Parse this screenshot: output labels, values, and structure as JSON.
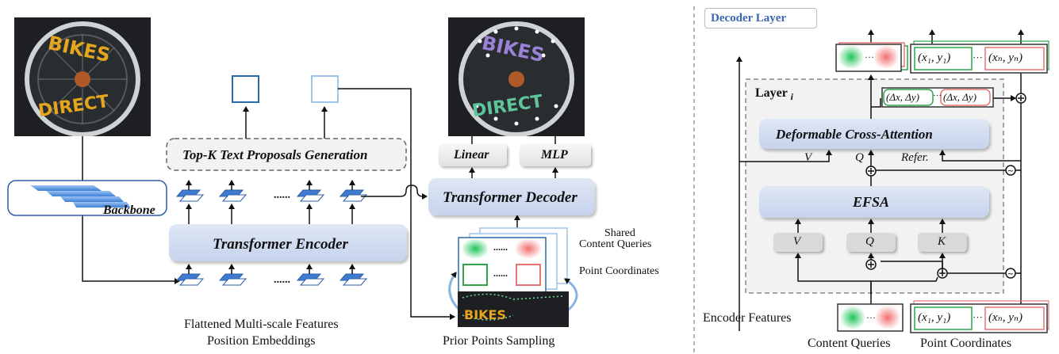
{
  "left": {
    "backbone": "Backbone",
    "topk": "Top-K Text Proposals Generation",
    "encoder": "Transformer Encoder",
    "decoder": "Transformer Decoder",
    "linear": "Linear",
    "mlp": "MLP",
    "shared_line1": "Shared",
    "shared_line2": "Content Queries",
    "point_coords": "Point Coordinates",
    "flattened": "Flattened Multi-scale Features",
    "position_emb": "Position Embeddings",
    "prior_points": "Prior Points Sampling",
    "ellipsis": "......",
    "q_ellipsis": "......"
  },
  "image_text": {
    "word1": "BIKES",
    "word2": "DIRECT"
  },
  "right": {
    "title": "Decoder Layer",
    "layer": "Layer",
    "layer_sub": "i",
    "dca": "Deformable Cross-Attention",
    "efsa": "EFSA",
    "v_in": "V",
    "q_in": "Q",
    "refer": "Refer.",
    "v_box": "V",
    "q_box": "Q",
    "k_box": "K",
    "enc_features": "Encoder Features",
    "content_queries": "Content Queries",
    "point_coordinates": "Point Coordinates",
    "xy1": "(x₁, y₁)",
    "xyN": "(xₙ, yₙ)",
    "dxdy1": "(Δx, Δy)",
    "dxdy2": "(Δx, Δy)",
    "dots": "···"
  }
}
